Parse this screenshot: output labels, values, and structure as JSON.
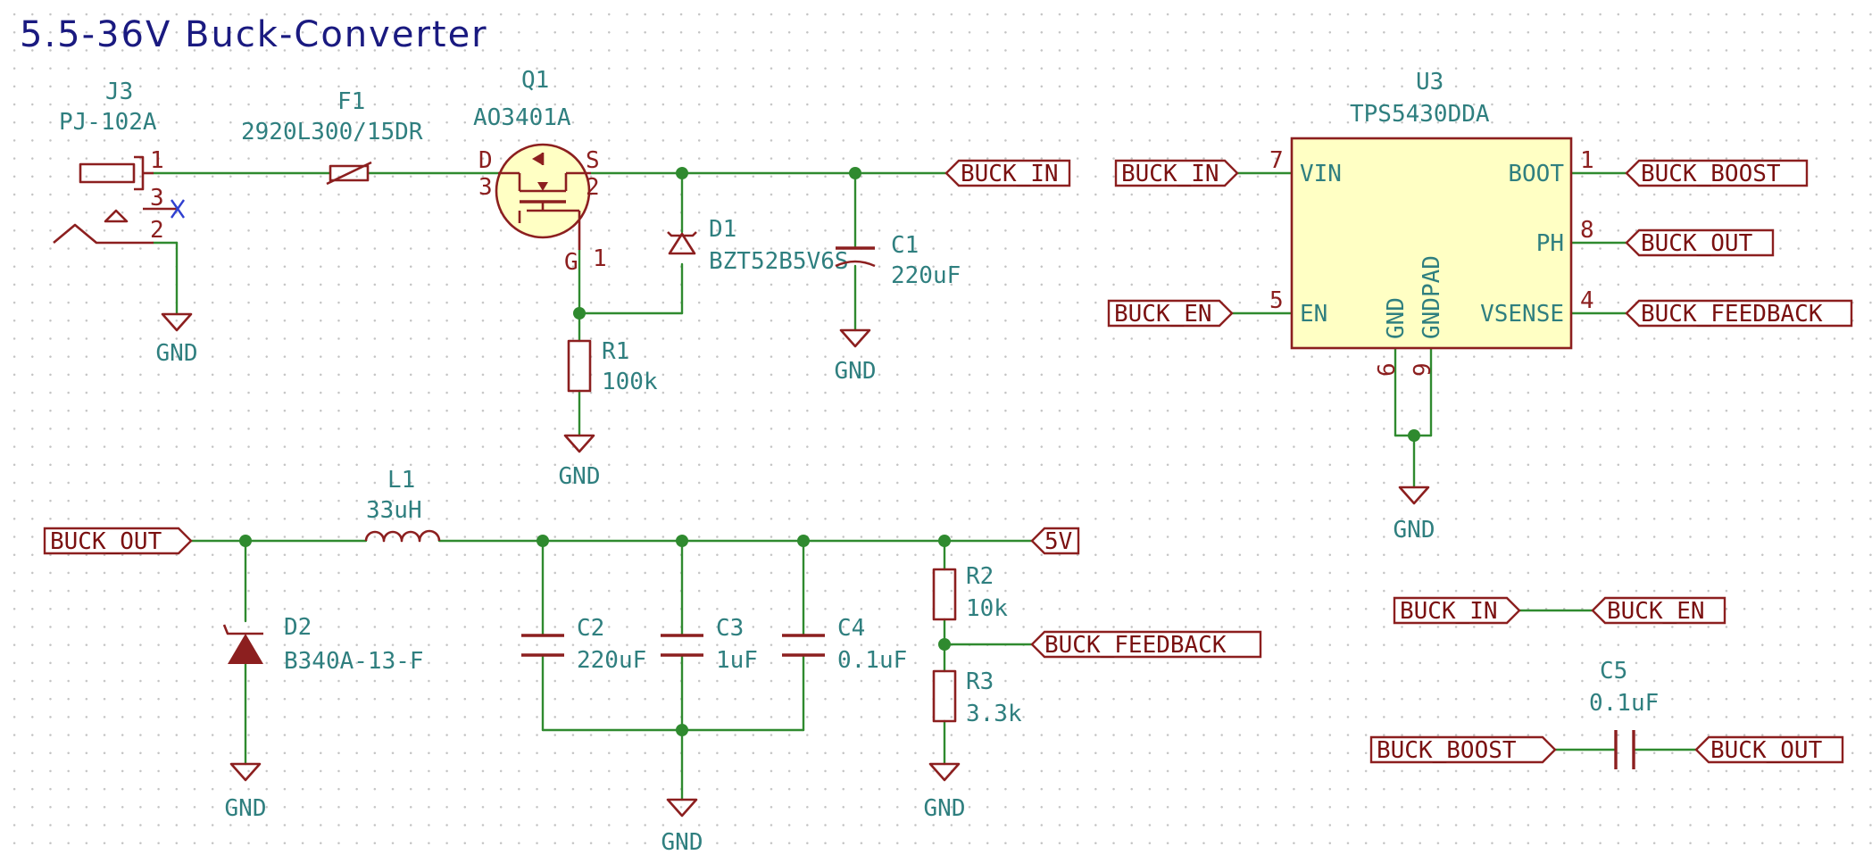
{
  "title": "5.5-36V Buck-Converter",
  "components": {
    "J3": {
      "ref": "J3",
      "value": "PJ-102A",
      "pins": [
        "1",
        "3",
        "2"
      ]
    },
    "F1": {
      "ref": "F1",
      "value": "2920L300/15DR"
    },
    "Q1": {
      "ref": "Q1",
      "value": "AO3401A",
      "pin_d": "D",
      "pin_s": "S",
      "pin_g": "G",
      "pin_3": "3",
      "pin_2": "2",
      "pin_1": "1"
    },
    "D1": {
      "ref": "D1",
      "value": "BZT52B5V6S"
    },
    "C1": {
      "ref": "C1",
      "value": "220uF"
    },
    "R1": {
      "ref": "R1",
      "value": "100k"
    },
    "U3": {
      "ref": "U3",
      "value": "TPS5430DDA",
      "pins": {
        "vin": {
          "name": "VIN",
          "num": "7"
        },
        "en": {
          "name": "EN",
          "num": "5"
        },
        "boot": {
          "name": "BOOT",
          "num": "1"
        },
        "ph": {
          "name": "PH",
          "num": "8"
        },
        "vsense": {
          "name": "VSENSE",
          "num": "4"
        },
        "gnd": {
          "name": "GND",
          "num": "6"
        },
        "gndpad": {
          "name": "GNDPAD",
          "num": "9"
        }
      }
    },
    "L1": {
      "ref": "L1",
      "value": "33uH"
    },
    "D2": {
      "ref": "D2",
      "value": "B340A-13-F"
    },
    "C2": {
      "ref": "C2",
      "value": "220uF"
    },
    "C3": {
      "ref": "C3",
      "value": "1uF"
    },
    "C4": {
      "ref": "C4",
      "value": "0.1uF"
    },
    "R2": {
      "ref": "R2",
      "value": "10k"
    },
    "R3": {
      "ref": "R3",
      "value": "3.3k"
    },
    "C5": {
      "ref": "C5",
      "value": "0.1uF"
    }
  },
  "nets": {
    "buck_in": "BUCK_IN",
    "buck_en": "BUCK_EN",
    "buck_boost": "BUCK_BOOST",
    "buck_out": "BUCK_OUT",
    "buck_feedback": "BUCK_FEEDBACK",
    "v5": "5V",
    "gnd": "GND"
  },
  "colors": {
    "wire": "#2f8a2f",
    "symbol": "#8c1f1f",
    "symbol_fill": "#ffffc4",
    "value_text": "#2f7f7f",
    "title_text": "#1a1a80"
  }
}
